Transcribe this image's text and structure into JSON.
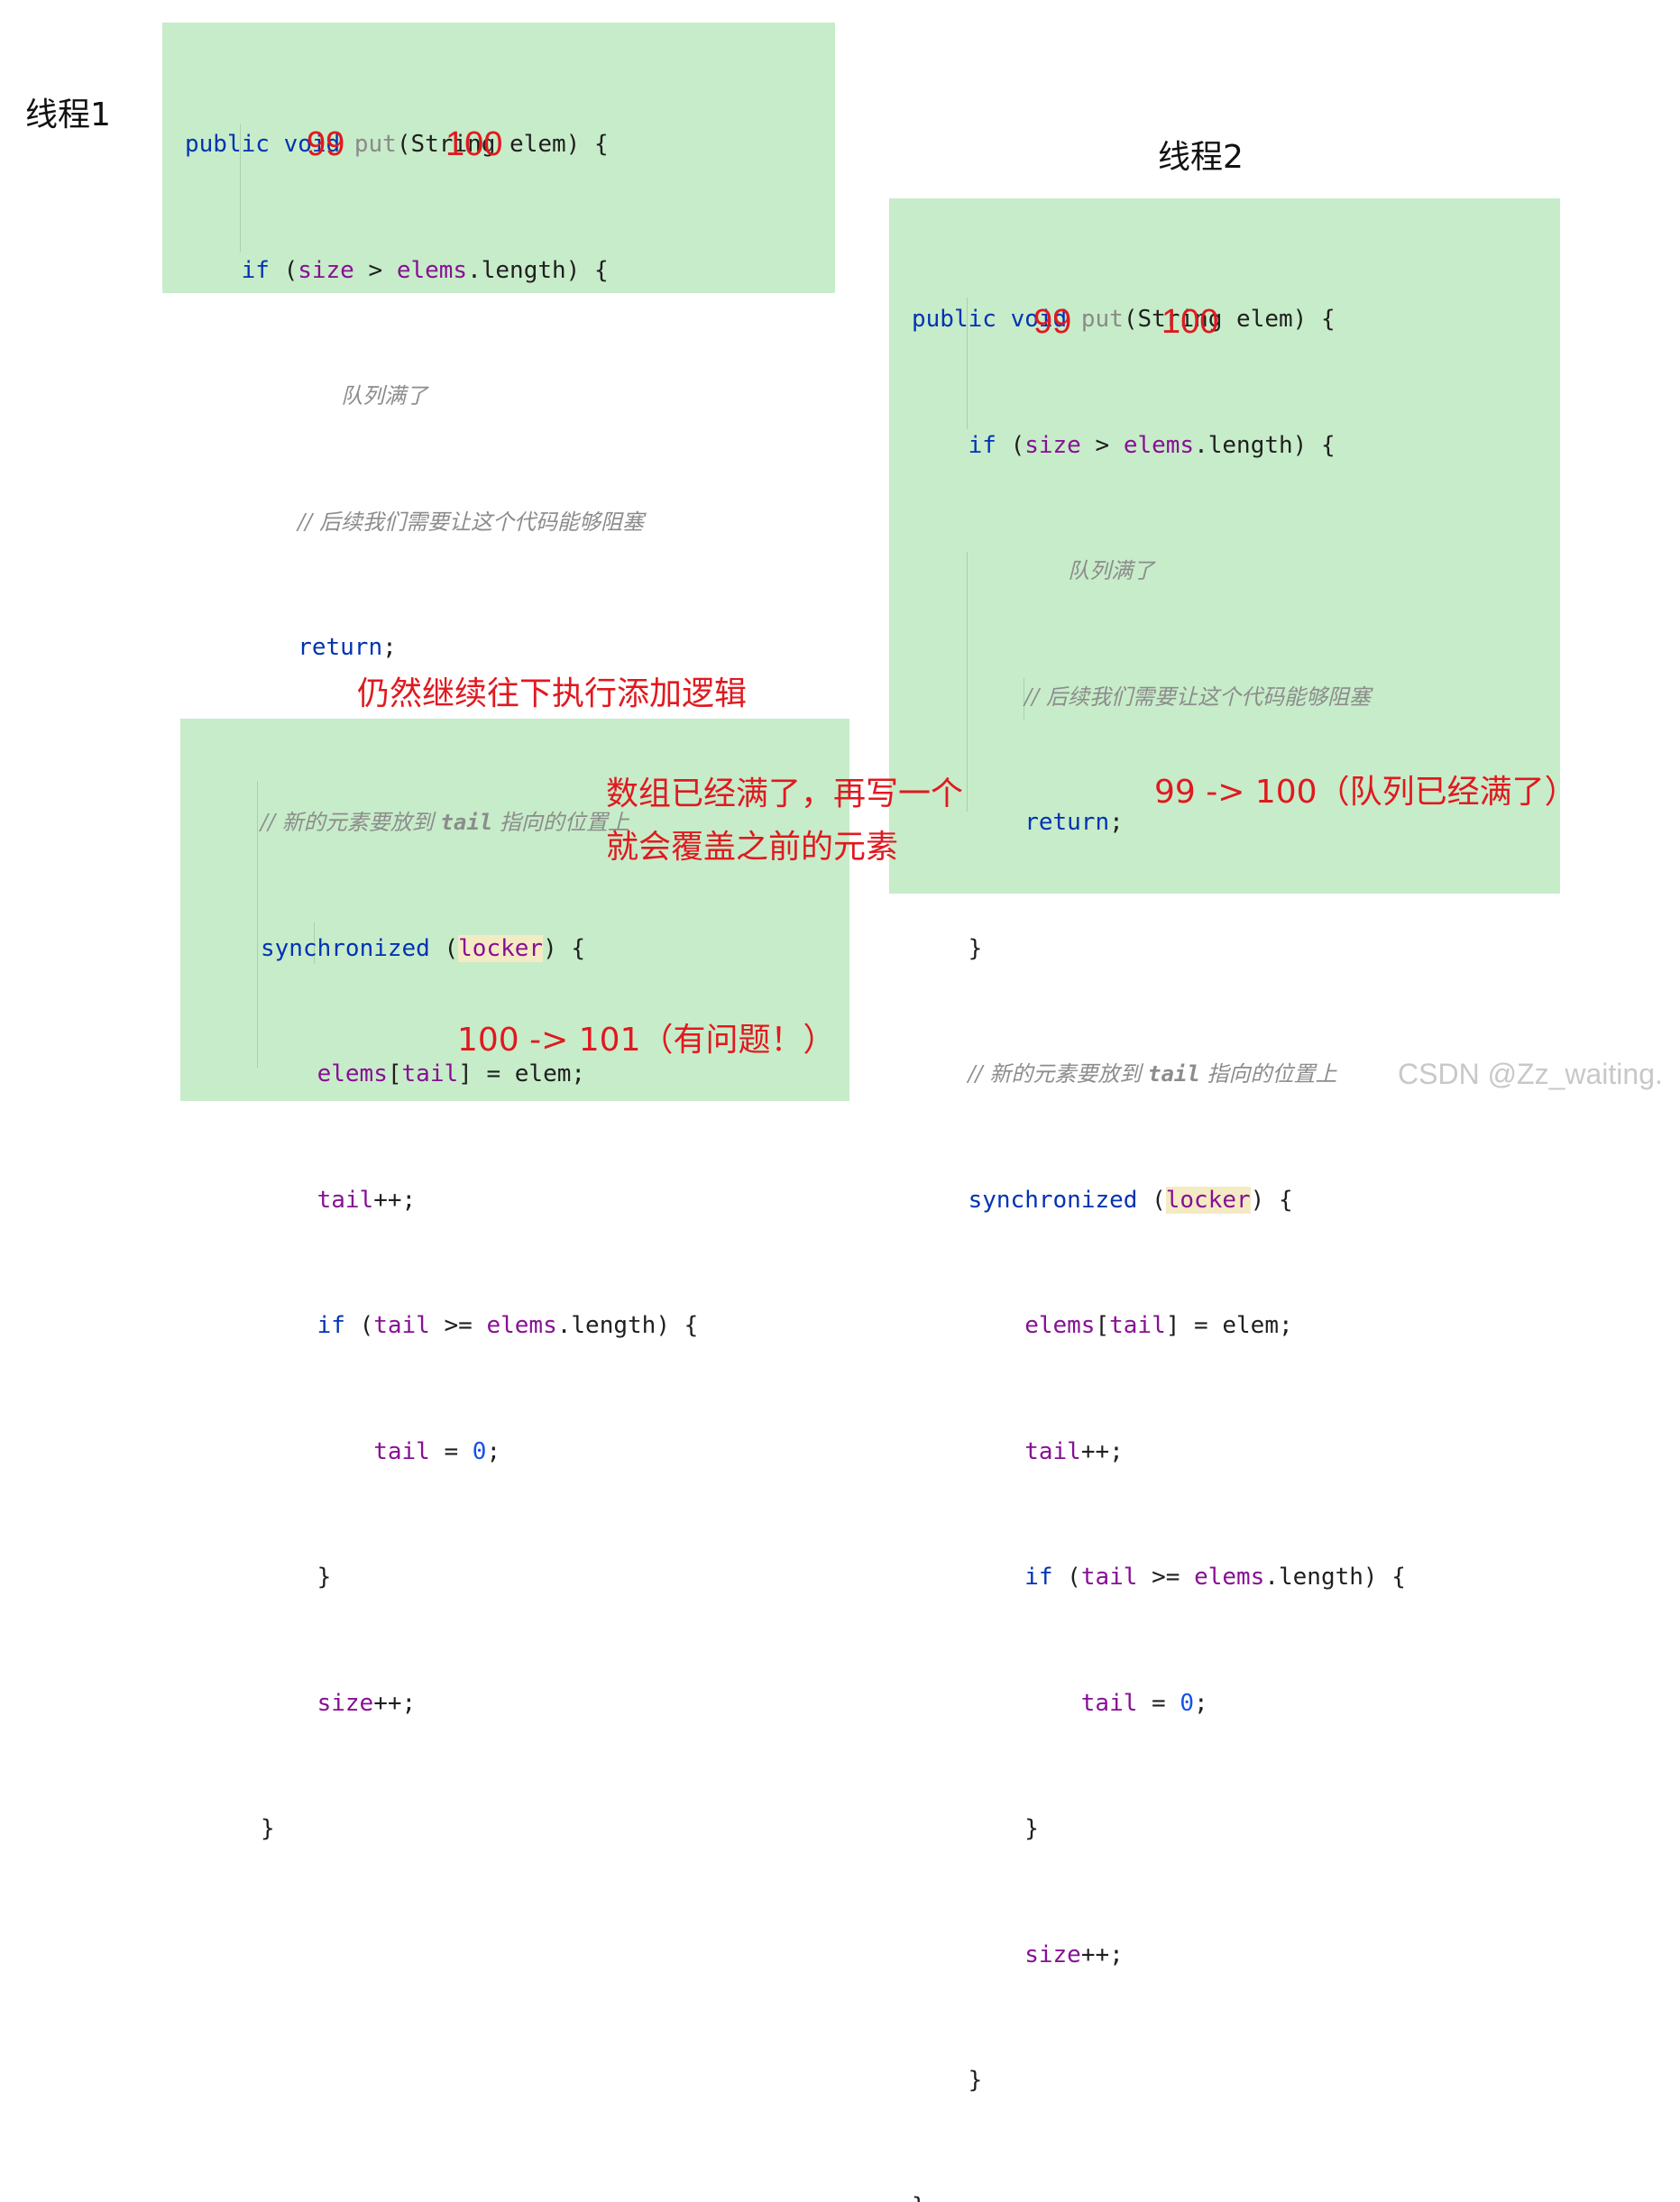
{
  "labels": {
    "thread1": "线程1",
    "thread2": "线程2",
    "continue_note": "仍然继续往下执行添加逻辑",
    "overwrite_line1": "数组已经满了，再写一个",
    "overwrite_line2": "就会覆盖之前的元素",
    "t2_size_note": "99 -> 100（队列已经满了）",
    "t1_size_note": "100 -> 101（有问题！）",
    "t1_num_99": "99",
    "t1_num_100": "100",
    "t2_num_99": "99",
    "t2_num_100": "100"
  },
  "code": {
    "kw_public": "public",
    "kw_void": "void",
    "fn_put": "put",
    "sig_rest": "(String elem) {",
    "kw_if": "if",
    "paren_open": "(",
    "fld_size": "size",
    "gt": " > ",
    "fld_elems": "elems",
    "dot_length_close": ".length) {",
    "cmt_queue_full": "队列满了",
    "cmt_block": "// 后续我们需要让这个代码能够阻塞",
    "kw_return": "return",
    "semi": ";",
    "close_brace": "}",
    "cmt_new_elem_pre": "// 新的元素要放到 ",
    "cmt_tail": "tail",
    "cmt_new_elem_post": " 指向的位置上",
    "kw_synchronized": "synchronized",
    "space_paren": " (",
    "fld_locker": "locker",
    "close_paren_brace": ") {",
    "bracket_open": "[",
    "fld_tail": "tail",
    "assign_elem": "] = elem;",
    "plusplus_semi": "++;",
    "ge": " >= ",
    "assign": " = ",
    "num_zero": "0"
  },
  "watermark": "CSDN @Zz_waiting."
}
